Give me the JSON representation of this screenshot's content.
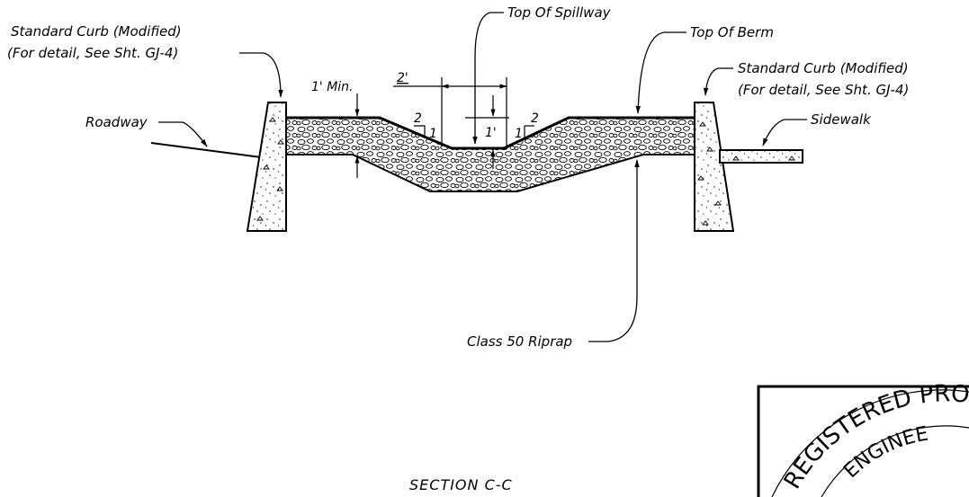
{
  "labels": {
    "curb_left_line1": "Standard Curb (Modified)",
    "curb_left_line2": "(For detail, See Sht. GJ-4)",
    "curb_right_line1": "Standard Curb (Modified)",
    "curb_right_line2": "(For detail, See Sht. GJ-4)",
    "top_of_spillway": "Top Of Spillway",
    "top_of_berm": "Top Of Berm",
    "roadway": "Roadway",
    "sidewalk": "Sidewalk",
    "riprap": "Class 50 Riprap",
    "section_title": "SECTION C-C"
  },
  "dimensions": {
    "min_depth": "1' Min.",
    "spillway_width": "2'",
    "spillway_depth": "1'",
    "slope_left_run": "2",
    "slope_left_rise": "1",
    "slope_right_run": "2",
    "slope_right_rise": "1"
  },
  "seal": {
    "text": "REGISTERED PROF",
    "text2": "ENGINEE"
  }
}
